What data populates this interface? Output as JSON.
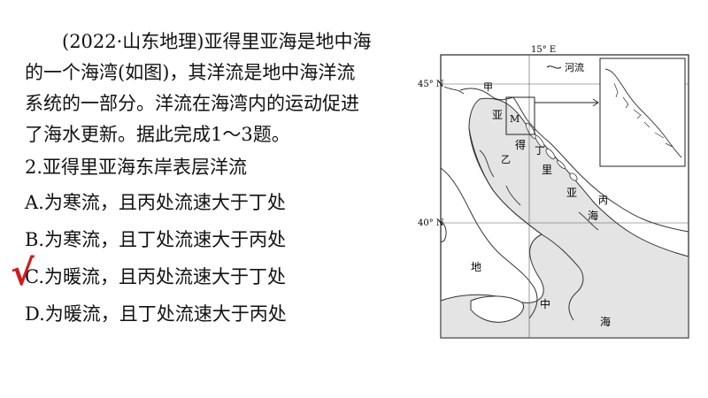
{
  "question": {
    "intro_lines": [
      "(2022·山东地理)亚得里亚海是地中海",
      "的一个海湾(如图)，其洋流是地中海洋流",
      "系统的一部分。洋流在海湾内的运动促进",
      "了海水更新。据此完成1～3题。"
    ],
    "sub_question": "2.亚得里亚海东岸表层洋流",
    "options": [
      {
        "letter": "A.",
        "text": "为寒流，且丙处流速大于丁处"
      },
      {
        "letter": "B.",
        "text": "为寒流，且丁处流速大于丙处"
      },
      {
        "letter": "C.",
        "text": "为暖流，且丙处流速大于丁处",
        "checked": true
      },
      {
        "letter": "D.",
        "text": "为暖流，且丁处流速大于丙处"
      }
    ],
    "check_mark": "√",
    "check_color": "#d11b1b"
  },
  "map": {
    "lon_label": "15° E",
    "lat_45": "45° N",
    "lat_40": "40° N",
    "legend_label": "河流",
    "labels": {
      "jia": "甲",
      "ya_north": "亚",
      "m": "M",
      "de": "得",
      "yi": "乙",
      "ding": "丁",
      "li": "里",
      "ya_south": "亚",
      "bing": "丙",
      "hai": "海",
      "di": "地",
      "zhong": "中",
      "hai_south": "海"
    }
  }
}
